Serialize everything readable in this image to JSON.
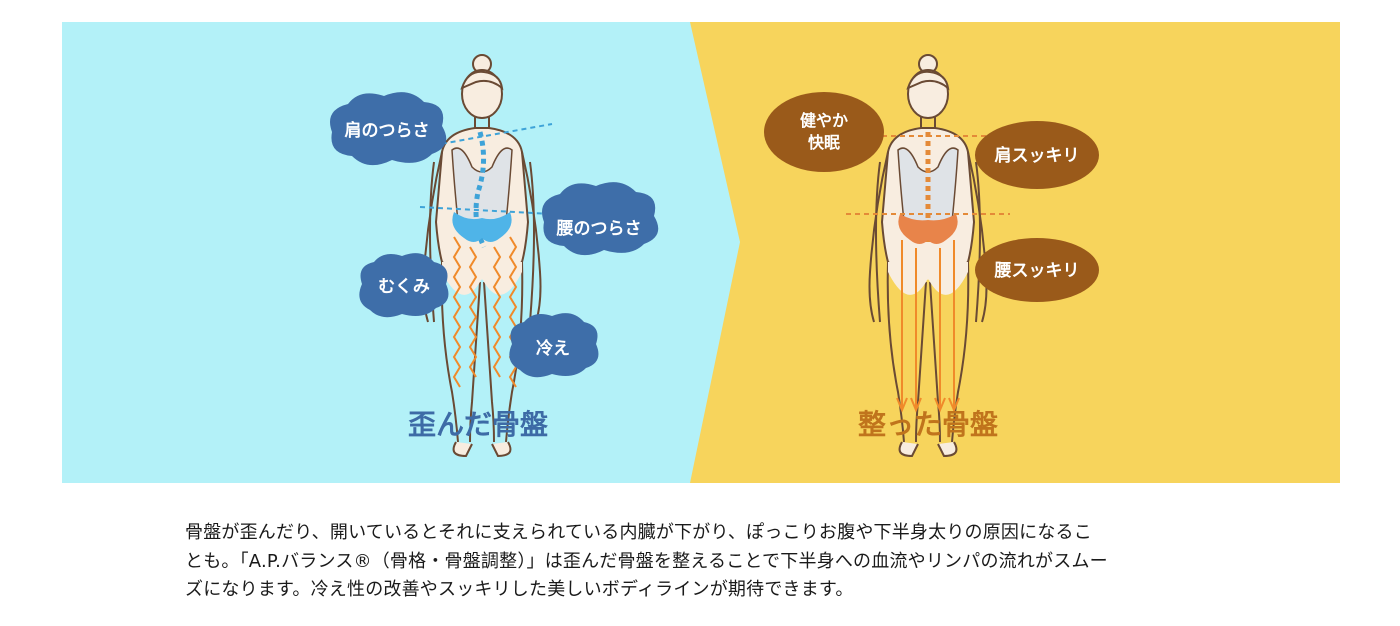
{
  "illustration": {
    "left": {
      "title": "歪んだ骨盤",
      "bubbles": {
        "shoulder": "肩のつらさ",
        "waist": "腰のつらさ",
        "swelling": "むくみ",
        "cold": "冷え"
      }
    },
    "right": {
      "title": "整った骨盤",
      "bubbles": {
        "sleep_line1": "健やか",
        "sleep_line2": "快眠",
        "shoulder": "肩スッキリ",
        "waist": "腰スッキリ"
      }
    },
    "colors": {
      "left_bg": "#b3f1f8",
      "right_bg": "#f7d45c",
      "left_accent": "#3e6ea9",
      "right_accent": "#9a5a1a",
      "left_title": "#3d6ba6",
      "right_title": "#c0741c"
    }
  },
  "description": {
    "line1": "骨盤が歪んだり、開いているとそれに支えられている内臓が下がり、ぽっこりお腹や下半身太りの原因になるこ",
    "line2": "とも。「A.P.バランス®（骨格・骨盤調整）」は歪んだ骨盤を整えることで下半身への血流やリンパの流れがスムー",
    "line3": "ズになります。冷え性の改善やスッキリした美しいボディラインが期待できます。"
  }
}
